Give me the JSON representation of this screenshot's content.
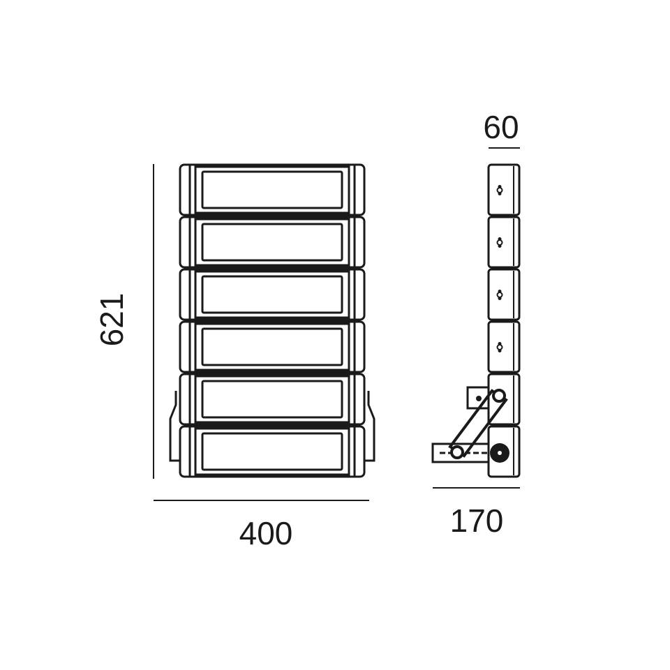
{
  "drawing": {
    "front_view": {
      "module_count": 6
    },
    "side_view": {
      "module_count": 6
    },
    "dimensions": {
      "height": "621",
      "width": "400",
      "depth_with_bracket": "170",
      "depth_body": "60"
    },
    "line_color": "#1a1a1a"
  }
}
